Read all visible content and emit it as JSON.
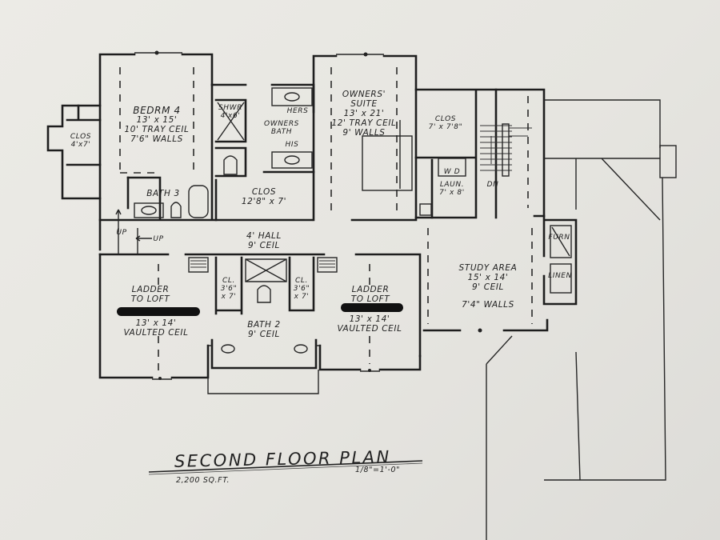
{
  "drawing": {
    "title": "SECOND FLOOR PLAN",
    "area": "2,200 SQ.FT.",
    "scale": "1/8\"=1'-0\""
  },
  "rooms": {
    "bedrm4": {
      "name": "BEDRM 4",
      "size": "13' x 15'",
      "ceil": "10' TRAY CEIL",
      "walls": "7'6\" WALLS"
    },
    "clos_left": {
      "name": "CLOS",
      "size": "4'x7'"
    },
    "bath3": {
      "name": "BATH 3"
    },
    "shwr": {
      "name": "SHWR",
      "size": "4'x6'"
    },
    "owners_bath": {
      "name": "OWNERS",
      "name2": "BATH",
      "hers": "HERS",
      "his": "HIS"
    },
    "owners_clos": {
      "name": "CLOS",
      "size": "12'8\" x 7'"
    },
    "owners_suite": {
      "name": "OWNERS'",
      "name2": "SUITE",
      "size": "13' x 21'",
      "ceil": "12' TRAY CEIL",
      "walls": "9' WALLS"
    },
    "clos_right": {
      "name": "CLOS",
      "size": "7' x 7'8\""
    },
    "laundry": {
      "wd": "W D",
      "name": "LAUN.",
      "size": "7' x 8'"
    },
    "stair": {
      "dn": "DN"
    },
    "hall": {
      "name": "4' HALL",
      "ceil": "9' CEIL",
      "up1": "UP",
      "up2": "UP"
    },
    "bedroom_left": {
      "ladder": "LADDER",
      "ladder2": "TO LOFT",
      "size": "13' x 14'",
      "ceil": "VAULTED CEIL"
    },
    "closet_a": {
      "name": "CL.",
      "size": "3'6\"",
      "size2": "x 7'"
    },
    "closet_b": {
      "name": "CL.",
      "size": "3'6\"",
      "size2": "x 7'"
    },
    "bath2": {
      "name": "BATH 2",
      "ceil": "9' CEIL"
    },
    "bedroom_right": {
      "ladder": "LADDER",
      "ladder2": "TO LOFT",
      "size": "13' x 14'",
      "ceil": "VAULTED CEIL"
    },
    "study": {
      "name": "STUDY AREA",
      "size": "15' x 14'",
      "ceil": "9' CEIL",
      "walls": "7'4\" WALLS"
    },
    "furn": {
      "name": "FURN"
    },
    "linen": {
      "name": "LINEN"
    }
  },
  "colors": {
    "paper": "#e9e8e3",
    "ink": "#1e1e1e",
    "redaction": "#111111"
  }
}
